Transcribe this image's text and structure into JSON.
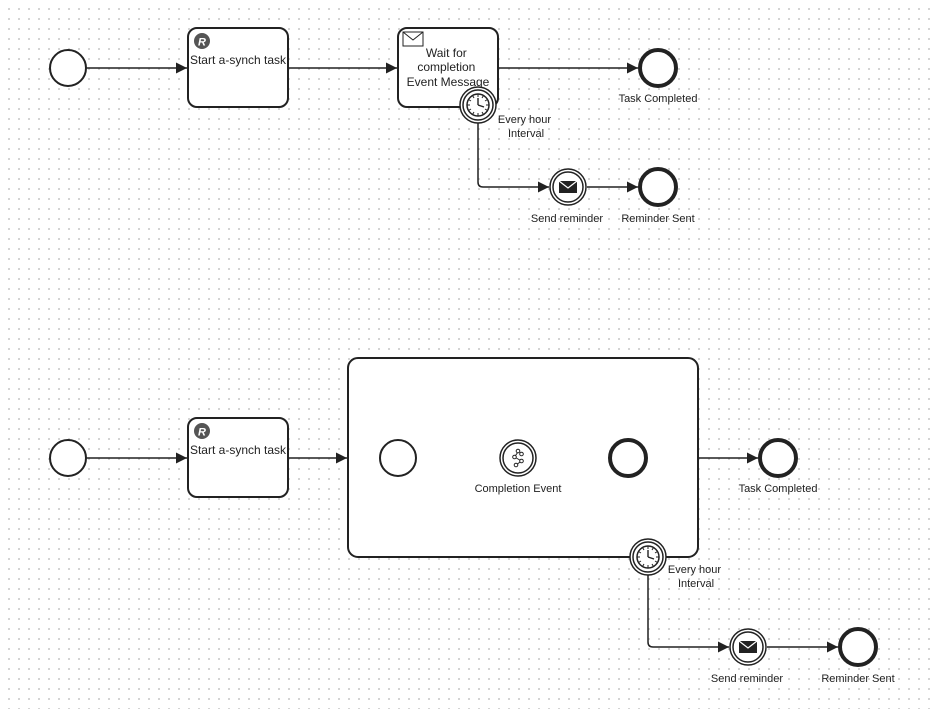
{
  "diagram1": {
    "task_start": "Start a-synch task",
    "task_wait": [
      "Wait for",
      "completion",
      "Event Message"
    ],
    "timer_label": [
      "Every hour",
      "Interval"
    ],
    "end_completed_label": "Task Completed",
    "send_reminder_label": "Send reminder",
    "end_reminder_label": "Reminder Sent"
  },
  "diagram2": {
    "task_start": "Start a-synch task",
    "completion_event_label": "Completion Event",
    "end_completed_label": "Task Completed",
    "timer_label": [
      "Every hour",
      "Interval"
    ],
    "send_reminder_label": "Send reminder",
    "end_reminder_label": "Reminder Sent"
  },
  "icons": {
    "receive_task_marker": "R",
    "message_icon": "envelope-icon",
    "timer_icon": "clock-icon",
    "multiple_event_icon": "pentagon-icon"
  },
  "colors": {
    "stroke": "#222222",
    "fill": "#ffffff",
    "grid_dot": "#c9c9c9"
  }
}
